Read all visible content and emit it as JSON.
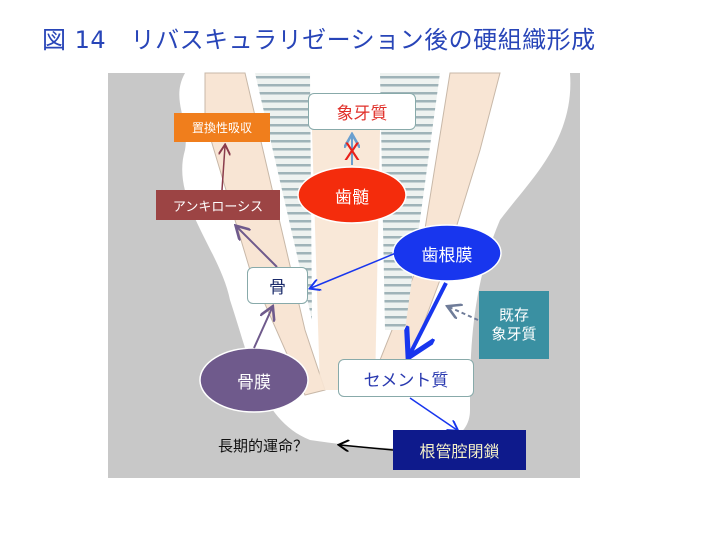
{
  "title": "図 14　リバスキュラリゼーション後の硬組織形成",
  "nodes": {
    "dentin": "象牙質",
    "replacement_resorption": "置換性吸収",
    "ankylosis": "アンキローシス",
    "pulp": "歯髄",
    "pdl": "歯根膜",
    "bone": "骨",
    "existing_dentin": "既存\n象牙質",
    "periosteum": "骨膜",
    "cementum": "セメント質",
    "canal_obliteration": "根管腔閉鎖",
    "long_term_fate": "長期的運命？"
  },
  "blocked_mark": "X",
  "colors": {
    "title": "#2845b8",
    "pulp": "#f42c0c",
    "pdl": "#1836ee",
    "periosteum": "#6f5a8c",
    "ankylosis": "#9c4444",
    "resorption": "#f07e1c",
    "existing_dentin": "#3a90a2",
    "canal": "#0e1a8c"
  }
}
